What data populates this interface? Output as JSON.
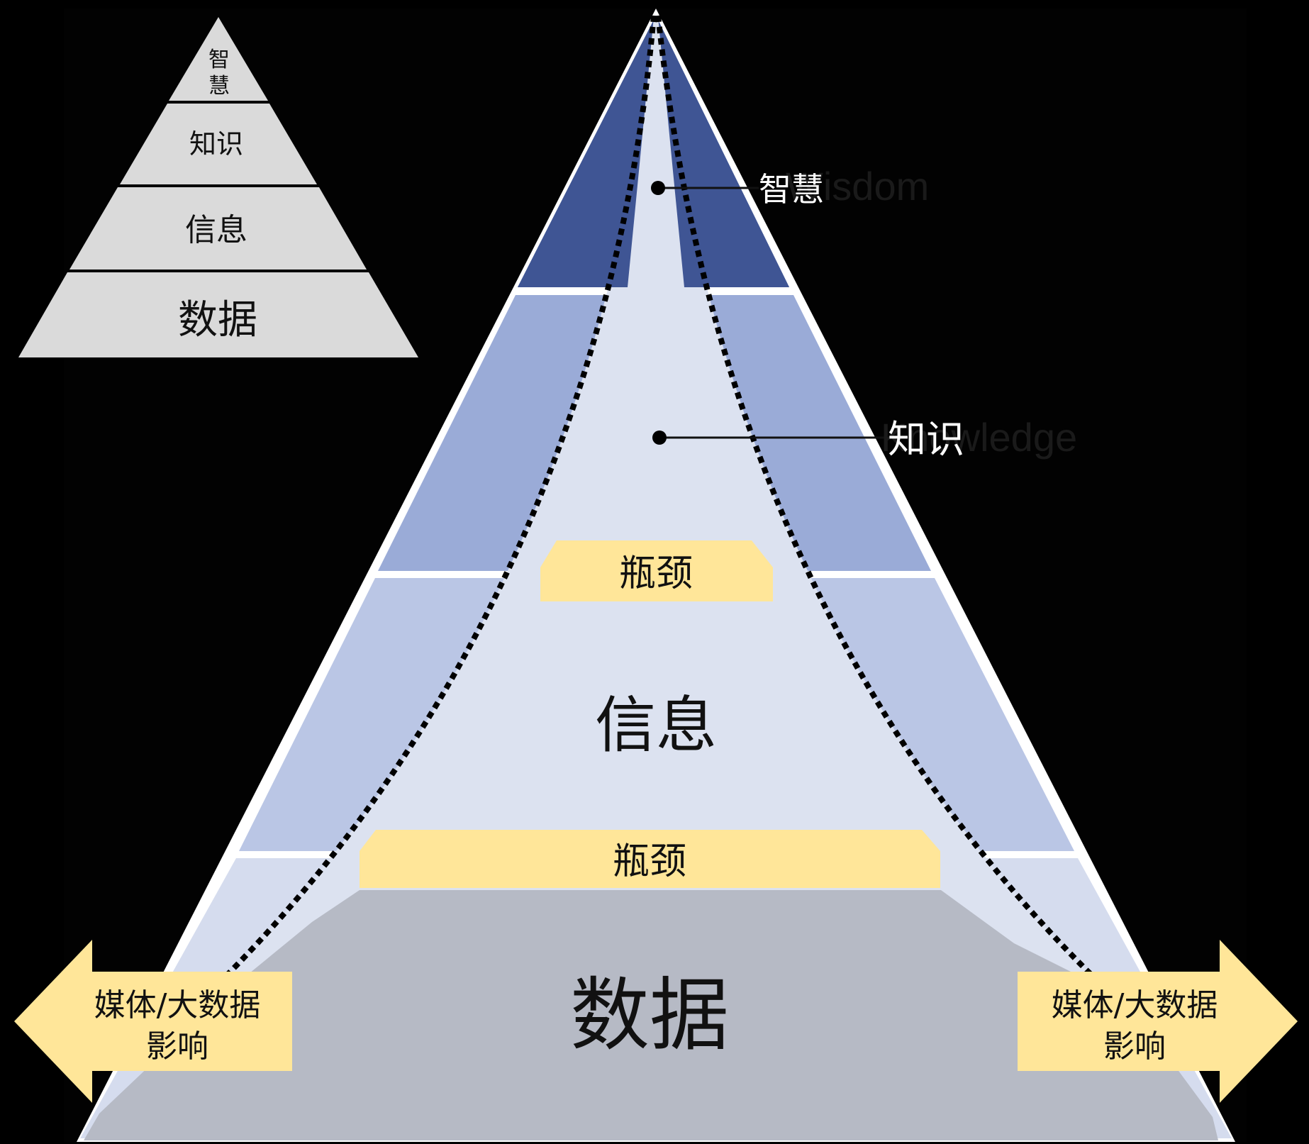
{
  "mini_pyramid": {
    "levels": [
      {
        "id": "wisdom",
        "label": "智慧"
      },
      {
        "id": "knowledge",
        "label": "知识"
      },
      {
        "id": "information",
        "label": "信息"
      },
      {
        "id": "data",
        "label": "数据"
      }
    ]
  },
  "main_pyramid": {
    "wisdom": {
      "label": "智慧",
      "ghost_label": "Wisdom"
    },
    "knowledge": {
      "label": "知识",
      "ghost_label": "Knowledge"
    },
    "information": {
      "label": "信息"
    },
    "data": {
      "label": "数据"
    },
    "bottlenecks": [
      {
        "label": "瓶颈"
      },
      {
        "label": "瓶颈"
      }
    ]
  },
  "arrows": {
    "left": {
      "line1": "媒体/大数据",
      "line2": "影响"
    },
    "right": {
      "line1": "媒体/大数据",
      "line2": "影响"
    }
  },
  "colors": {
    "background": "#000000",
    "wisdom_band": "#3F5594",
    "knowledge_band": "#9AABD7",
    "information_band": "#BAC6E5",
    "data_band": "#D5DCEE",
    "funnel_fill": "#DCE2F0",
    "data_base": "#B6BAC5",
    "bottleneck": "#FFE699",
    "mini_pyramid": "#DADADA",
    "separator": "#FFFFFF"
  }
}
